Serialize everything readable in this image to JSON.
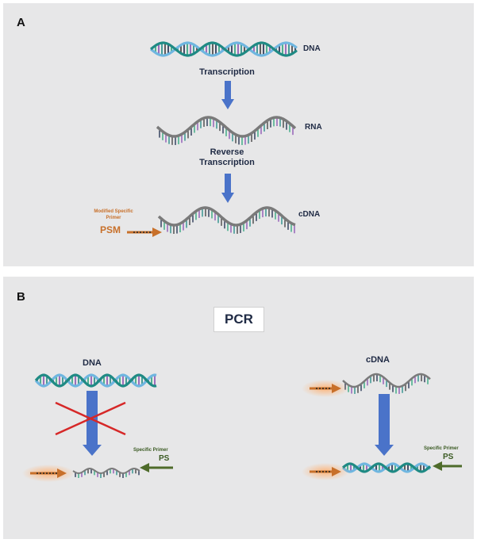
{
  "panel_a": {
    "letter": "A",
    "dna_label": "DNA",
    "transcription_label": "Transcription",
    "rna_label": "RNA",
    "reverse_label_line1": "Reverse",
    "reverse_label_line2": "Transcription",
    "cdna_label": "cDNA",
    "primer_caption_line1": "Modified Specific",
    "primer_caption_line2": "Primer",
    "primer_code": "PSM"
  },
  "panel_b": {
    "letter": "B",
    "pcr_label": "PCR",
    "left_dna_label": "DNA",
    "right_cdna_label": "cDNA",
    "left_primer_caption": "Specific Primer",
    "left_primer_code": "PS",
    "right_primer_caption": "Specific Primer",
    "right_primer_code": "PS"
  },
  "colors": {
    "panel_bg": "#e7e7e8",
    "arrow_blue": "#4a73c9",
    "strand_teal": "#1f8a84",
    "strand_light_blue": "#6fb6e0",
    "strand_gray": "#7a7a7a",
    "primer_orange": "#c8702a",
    "primer_green": "#4e6b2a",
    "cross_red": "#d62828"
  }
}
